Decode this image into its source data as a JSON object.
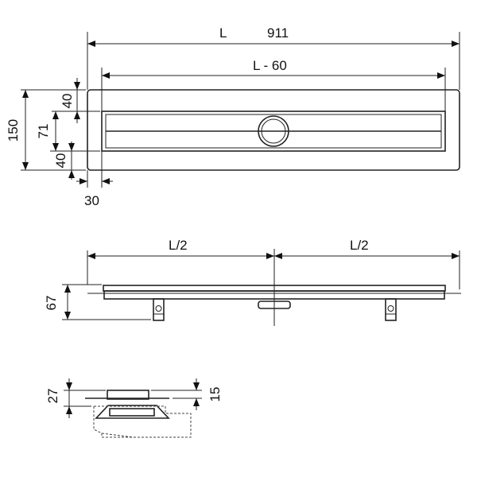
{
  "top_view": {
    "length_symbol": "L",
    "length_value": "911",
    "inner_length": "L - 60",
    "width": "150",
    "margin_top": "40",
    "channel_width": "71",
    "margin_bottom": "40",
    "end_margin": "30"
  },
  "side_view": {
    "half_left": "L/2",
    "half_right": "L/2",
    "height": "67"
  },
  "section_view": {
    "total_height": "27",
    "grate_height": "15"
  }
}
